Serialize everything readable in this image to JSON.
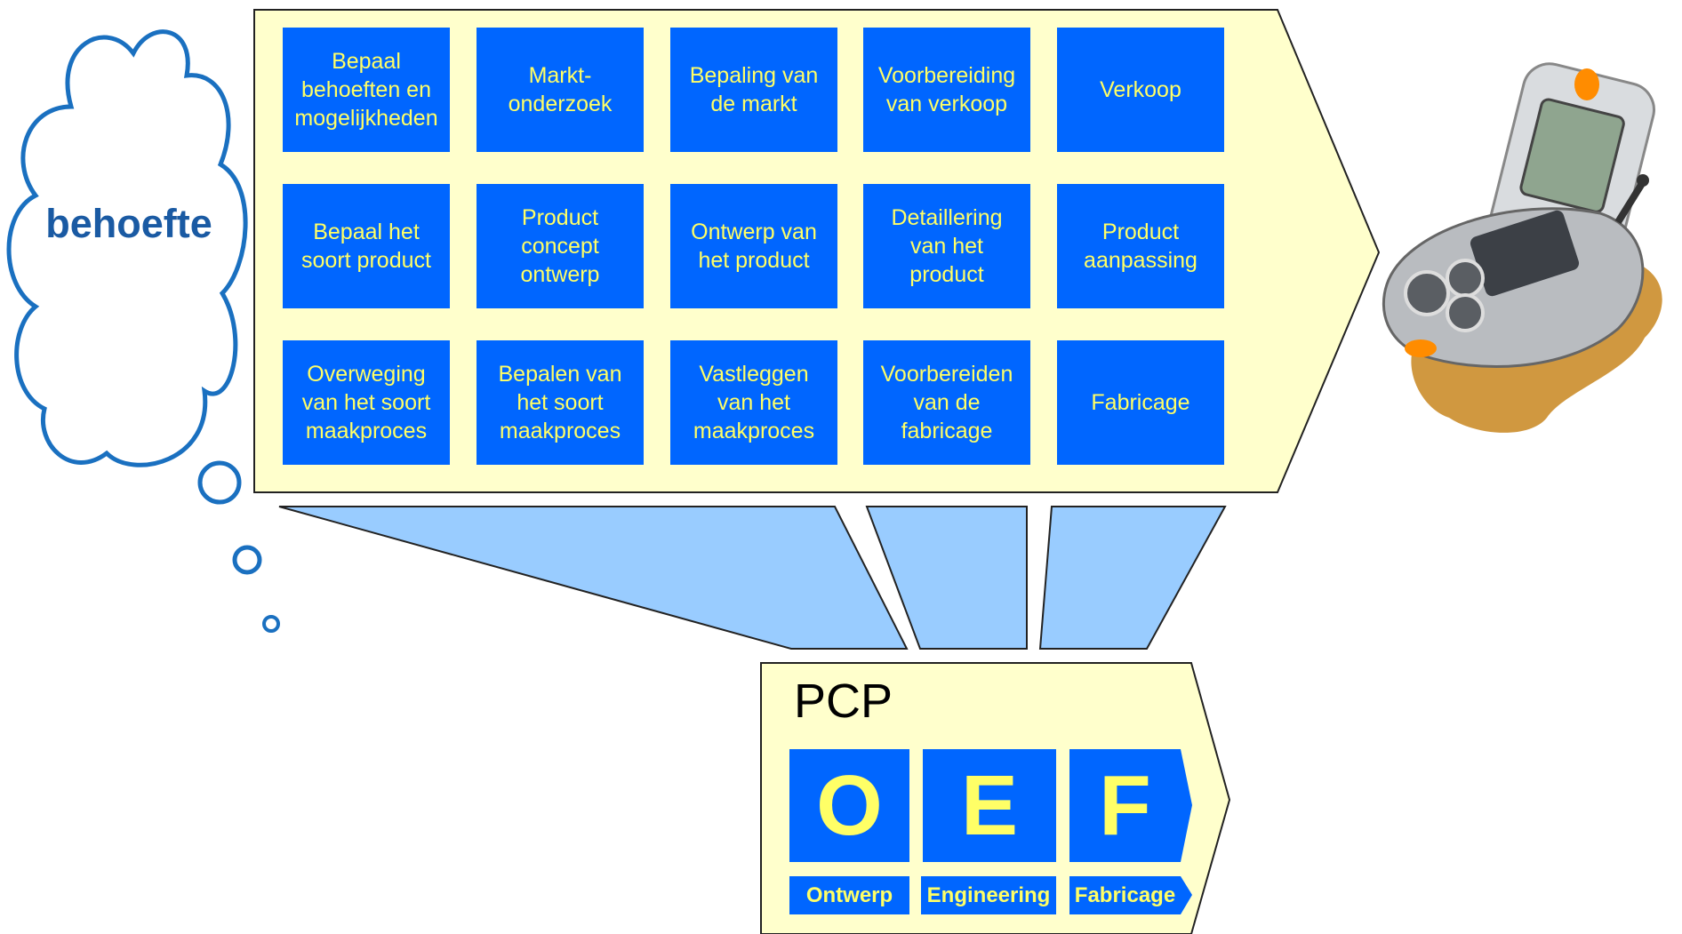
{
  "thought": {
    "label": "behoefte"
  },
  "grid": {
    "rows": [
      [
        "Bepaal\nbehoeften en\nmogelijkheden",
        "Markt-\nonderzoek",
        "Bepaling van\nde markt",
        "Voorbereiding\nvan verkoop",
        "Verkoop"
      ],
      [
        "Bepaal het\nsoort product",
        "Product\nconcept\nontwerp",
        "Ontwerp van\nhet product",
        "Detaillering\nvan het\nproduct",
        "Product\naanpassing"
      ],
      [
        "Overweging\nvan het soort\nmaakproces",
        "Bepalen van\nhet soort\nmaakproces",
        "Vastleggen\nvan het\nmaakproces",
        "Voorbereiden\nvan de\nfabricage",
        "Fabricage"
      ]
    ]
  },
  "pcp": {
    "title": "PCP",
    "letters": [
      "O",
      "E",
      "F"
    ],
    "labels": [
      "Ontwerp",
      "Engineering",
      "Fabricage"
    ]
  },
  "colors": {
    "tile": "#0066ff",
    "tile_text": "#ffff66",
    "panel": "#ffffcc",
    "funnel": "#99ccff",
    "thought_stroke": "#1a70c0",
    "thought_text": "#1a5aa3"
  },
  "image": {
    "icon": "mobile-phone-icon"
  }
}
